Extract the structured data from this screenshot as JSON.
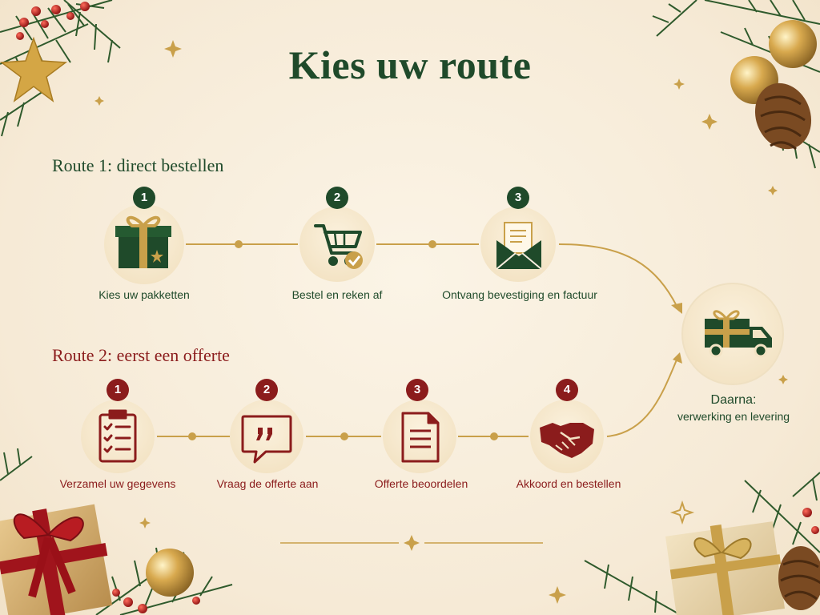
{
  "title": "Kies uw route",
  "route1": {
    "heading": "Route 1: direct bestellen",
    "steps": [
      {
        "number": "1",
        "label": "Kies uw pakketten",
        "icon": "gift-box-icon"
      },
      {
        "number": "2",
        "label": "Bestel en reken af",
        "icon": "shopping-cart-check-icon"
      },
      {
        "number": "3",
        "label": "Ontvang bevestiging en factuur",
        "icon": "envelope-document-icon"
      }
    ]
  },
  "route2": {
    "heading": "Route 2: eerst een offerte",
    "steps": [
      {
        "number": "1",
        "label": "Verzamel uw gegevens",
        "icon": "clipboard-checklist-icon"
      },
      {
        "number": "2",
        "label": "Vraag de offerte aan",
        "icon": "speech-bubble-quote-icon"
      },
      {
        "number": "3",
        "label": "Offerte beoordelen",
        "icon": "document-icon"
      },
      {
        "number": "4",
        "label": "Akkoord en bestellen",
        "icon": "handshake-icon"
      }
    ]
  },
  "final": {
    "line1": "Daarna:",
    "line2": "verwerking en levering",
    "icon": "delivery-truck-gift-icon"
  },
  "colors": {
    "green": "#1f4a2a",
    "red": "#8b1c1c",
    "gold": "#c9a04a",
    "background": "#f8efdf"
  }
}
